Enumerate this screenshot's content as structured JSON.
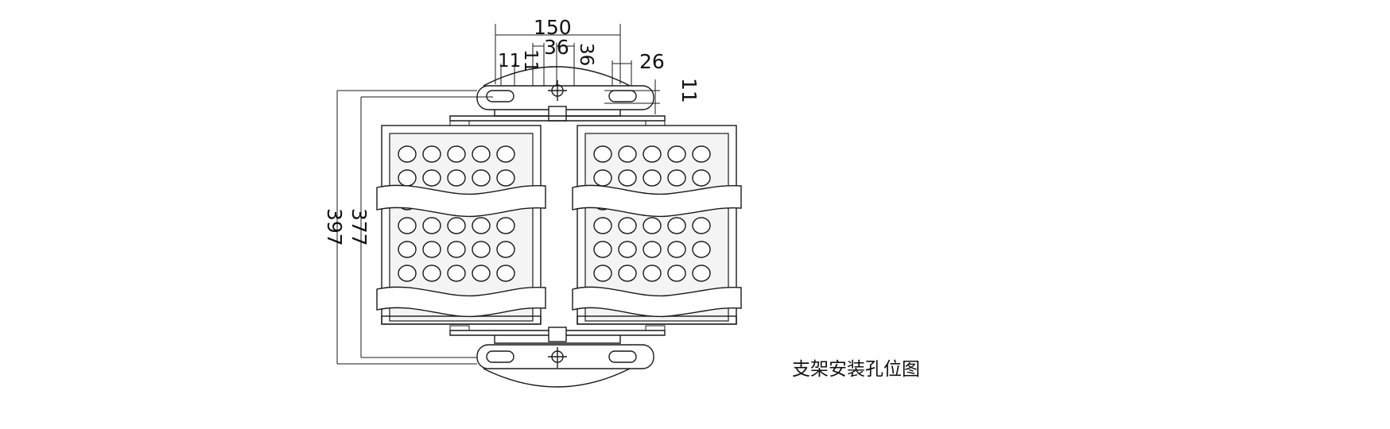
{
  "dimensions": {
    "top_span": "150",
    "top_left_hole_w": "11",
    "top_center_h": "11",
    "center_slot_w": "36",
    "center_slot_v": "36",
    "right_slot_w": "26",
    "right_height": "11",
    "outer_height": "397",
    "inner_height": "377"
  },
  "caption": "支架安装孔位图",
  "led_grid": {
    "rows_per_panel": 6,
    "cols_per_panel": 5,
    "panels": 2
  }
}
